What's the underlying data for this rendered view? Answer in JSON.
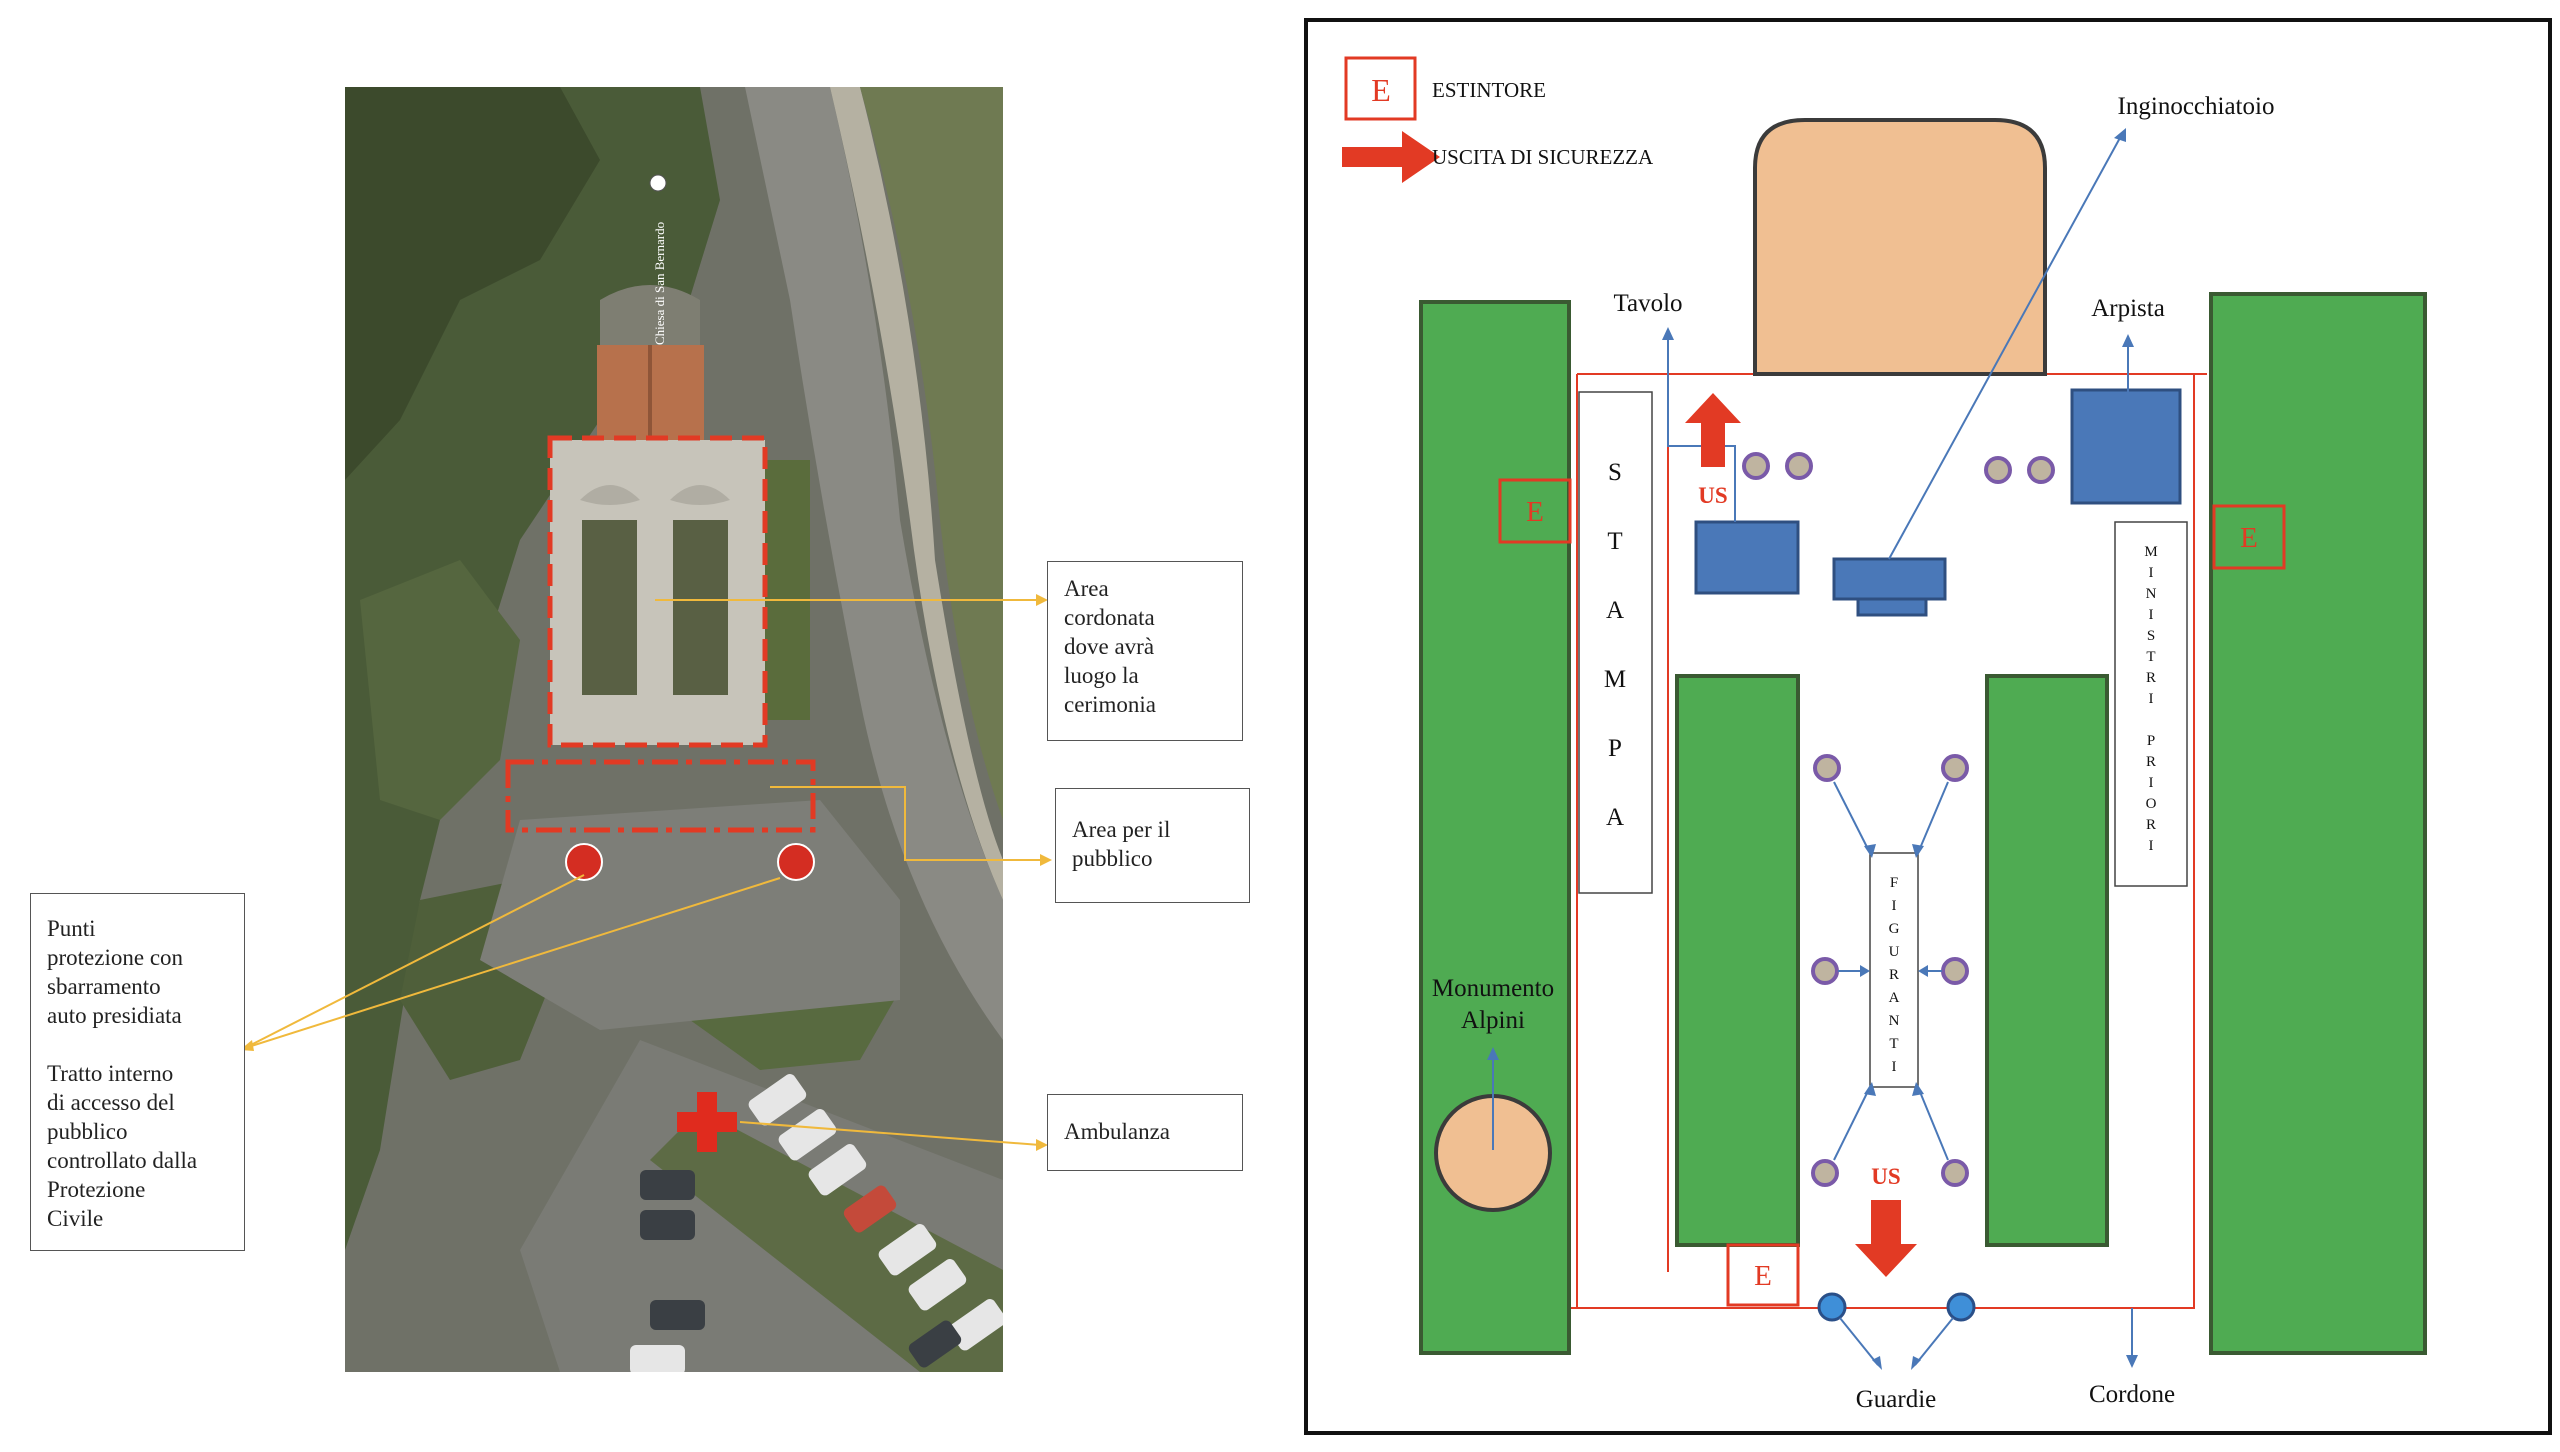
{
  "aerial": {
    "church_label": "Chiesa di San Bernardo",
    "callouts": {
      "ceremony_area": "Area\ncordonata\ndove avrà\nluogo la\ncerimonia",
      "public_area": "Area per il\npubblico",
      "protection_points": "Punti\nprotezione con\nsbarramento\nauto presidiata\n\nTratto interno\ndi accesso del\npubblico\ncontrollato dalla\nProtezione\nCivile",
      "ambulance": "Ambulanza"
    }
  },
  "plan": {
    "legend": {
      "extinguisher_symbol": "E",
      "extinguisher_label": "ESTINTORE",
      "exit_label": "USCITA DI SICUREZZA"
    },
    "labels": {
      "kneeler": "Inginocchiatoio",
      "table": "Tavolo",
      "harpist": "Arpista",
      "press": [
        "S",
        "T",
        "A",
        "M",
        "P",
        "A"
      ],
      "ministers": [
        "M",
        "I",
        "N",
        "I",
        "S",
        "T",
        "R",
        "I",
        "",
        "P",
        "R",
        "I",
        "O",
        "R",
        "I"
      ],
      "figurants": [
        "F",
        "I",
        "G",
        "U",
        "R",
        "A",
        "N",
        "T",
        "I"
      ],
      "monument_line1": "Monumento",
      "monument_line2": "Alpini",
      "guards": "Guardie",
      "cordon": "Cordone",
      "exit_short": "US",
      "extinguisher": "E"
    }
  },
  "colors": {
    "red": "#e23a24",
    "green": "#4fab52",
    "dark_green": "#3a5a32",
    "blue": "#4a78b8",
    "tan": "#f0bf92",
    "purple_dot": "#8a6ab0",
    "guard_blue": "#3f8fd8",
    "callout_line": "#f0b93c"
  }
}
